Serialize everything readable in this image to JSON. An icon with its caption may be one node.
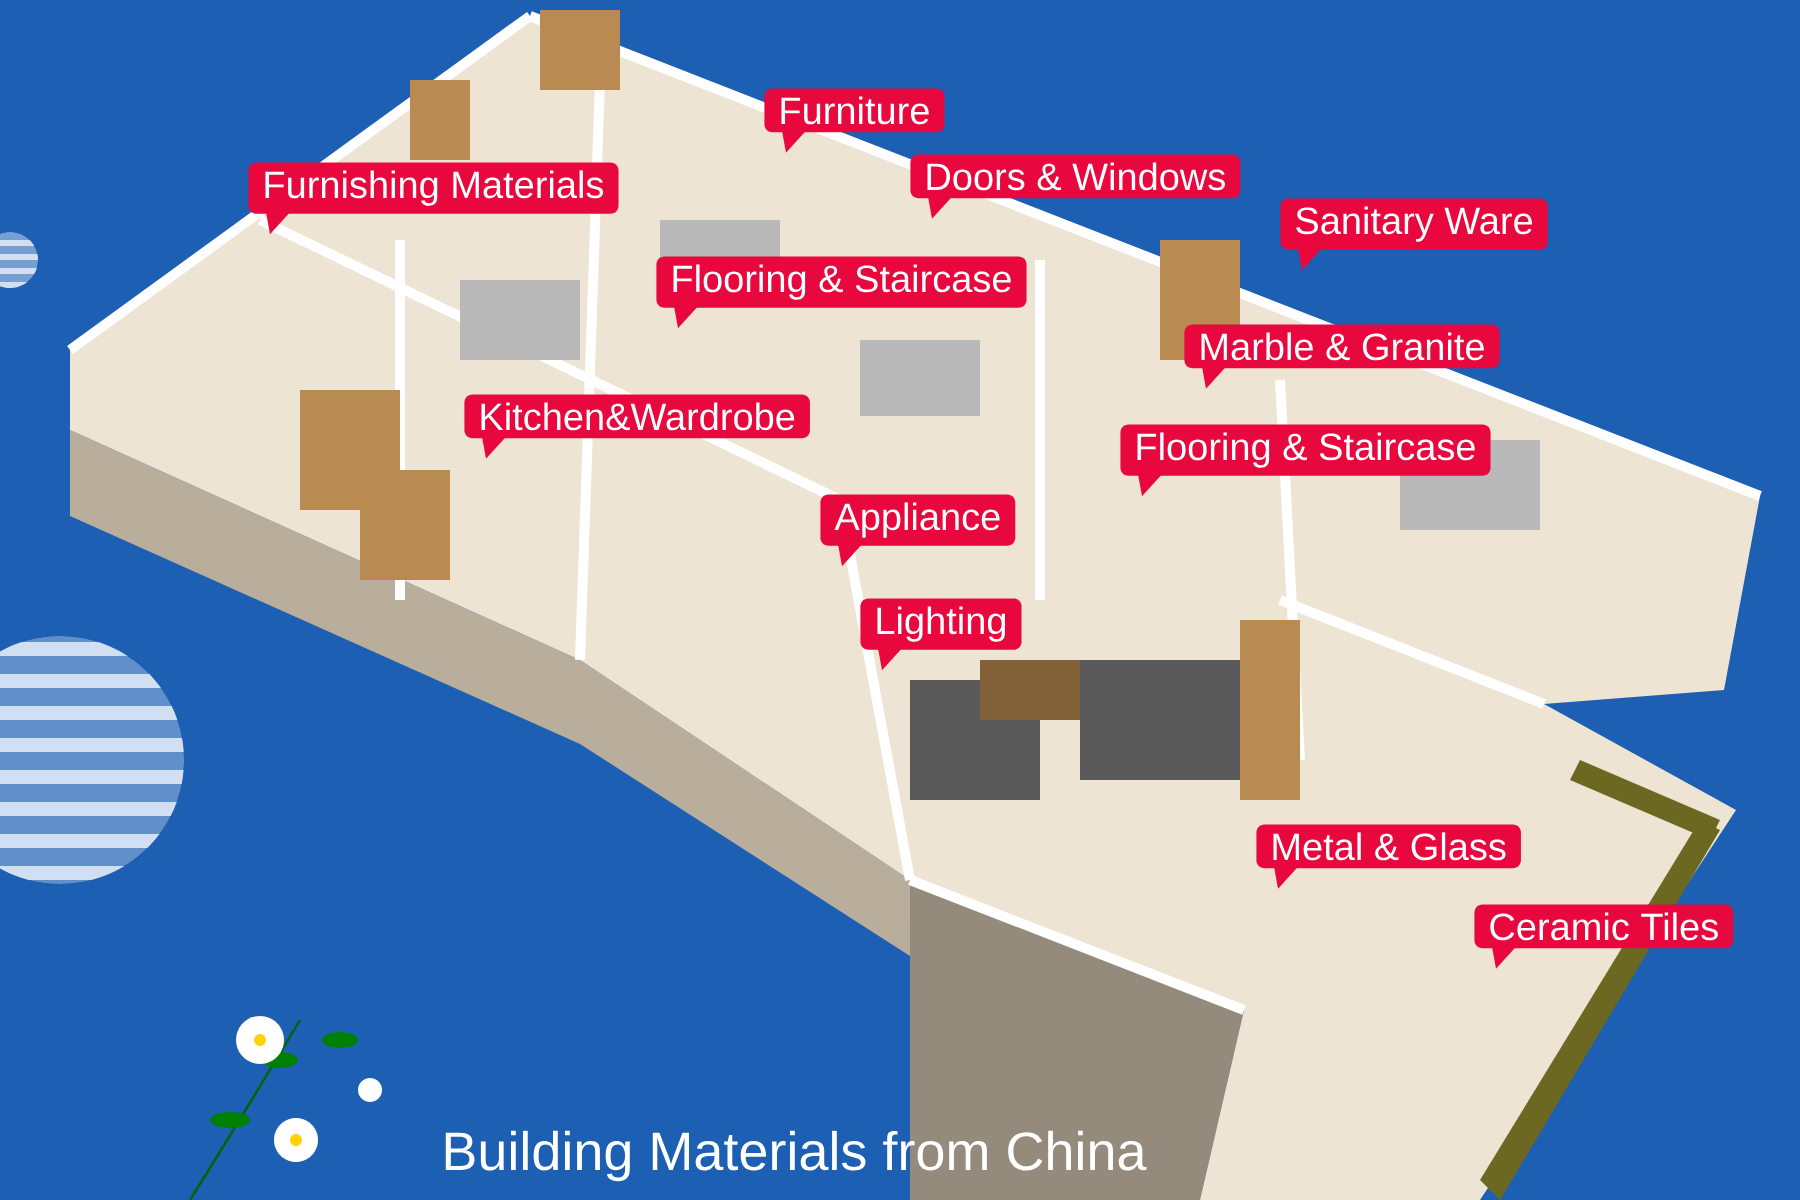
{
  "diagram": {
    "title": "Building Materials from China",
    "nodes": [
      {
        "text": [
          "Furniture"
        ]
      },
      {
        "text": [
          "Furnishing Materials"
        ]
      },
      {
        "text": [
          "Doors & Windows"
        ]
      },
      {
        "text": [
          "Sanitary Ware"
        ]
      },
      {
        "text": [
          "Flooring & Staircase"
        ]
      },
      {
        "text": [
          "Marble & Granite"
        ]
      },
      {
        "text": [
          "Kitchen&Wardrobe"
        ]
      },
      {
        "text": [
          "Flooring & Staircase"
        ]
      },
      {
        "text": [
          "Appliance"
        ]
      },
      {
        "text": [
          "Lighting"
        ]
      },
      {
        "text": [
          "Metal & Glass"
        ]
      },
      {
        "text": [
          "Ceramic Tiles"
        ]
      }
    ]
  }
}
